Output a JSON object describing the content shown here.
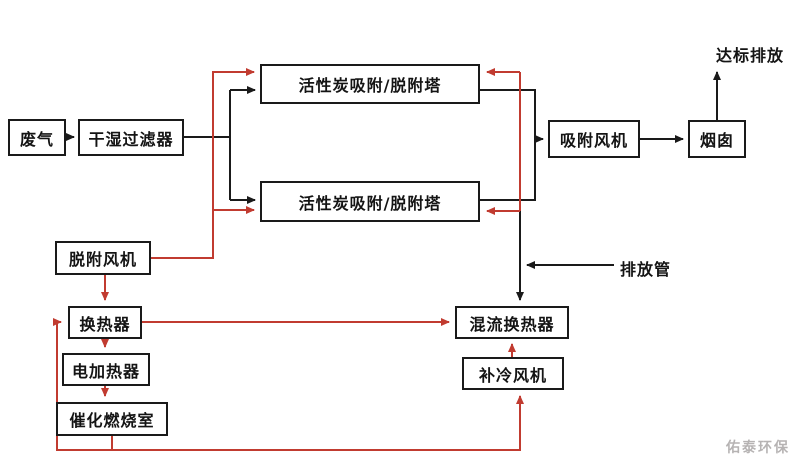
{
  "diagram": {
    "nodes": {
      "waste_gas": "废气",
      "filter": "干湿过滤器",
      "tower_top": "活性炭吸附/脱附塔",
      "tower_bottom": "活性炭吸附/脱附塔",
      "adsorption_fan": "吸附风机",
      "chimney": "烟囱",
      "desorption_fan": "脱附风机",
      "heat_exchanger": "换热器",
      "electric_heater": "电加热器",
      "catalytic_chamber": "催化燃烧室",
      "mixed_flow_hx": "混流换热器",
      "cooling_fan": "补冷风机"
    },
    "labels": {
      "compliant_emission": "达标排放",
      "discharge_pipe": "排放管",
      "watermark": "佑泰环保"
    },
    "colors": {
      "line_black": "#1a1a1a",
      "line_red": "#c13b30",
      "box_border": "#1a1a1a",
      "box_background": "#ffffff",
      "watermark_gray": "#b6b3b3"
    }
  }
}
